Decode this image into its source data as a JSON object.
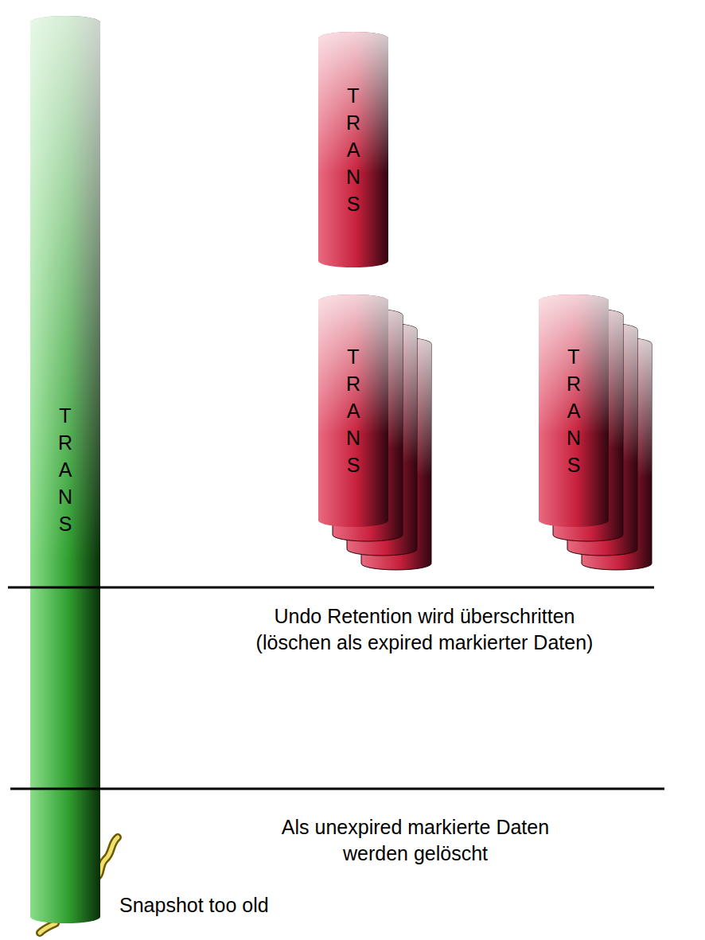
{
  "diagram": {
    "nodes": [
      {
        "text": [
          "TRANS"
        ]
      },
      {
        "text": [
          "TRANS"
        ]
      },
      {
        "text": [
          "TRANS"
        ]
      },
      {
        "text": [
          "TRANS"
        ]
      }
    ],
    "labels": [
      "Undo Retention wird überschritten (löschen als expired markierter Daten)",
      "Als unexpired markierte Daten werden gelöscht",
      "Snapshot too old"
    ]
  }
}
